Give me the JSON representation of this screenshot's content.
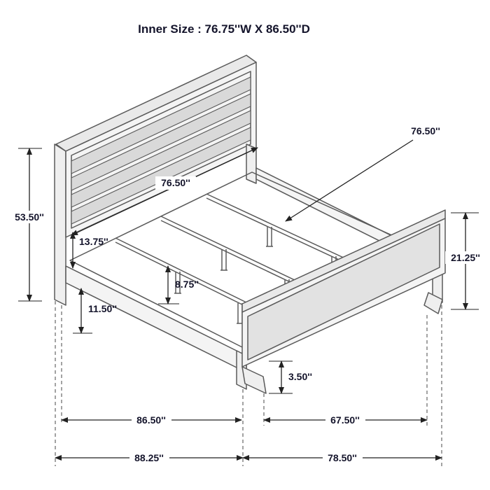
{
  "title": "Inner Size : 76.75''W X 86.50''D",
  "dimensions": {
    "headboard_inner_width": "76.50''",
    "slat_length_callout": "76.50''",
    "headboard_height": "53.50''",
    "panel_to_rail": "13.75''",
    "rail_clearance": "11.50''",
    "support_leg_height": "8.75''",
    "footboard_height": "21.25''",
    "foot_height": "3.50''",
    "inner_depth": "86.50''",
    "footboard_inner_span": "67.50''",
    "overall_depth": "88.25''",
    "overall_width": "78.50''"
  }
}
